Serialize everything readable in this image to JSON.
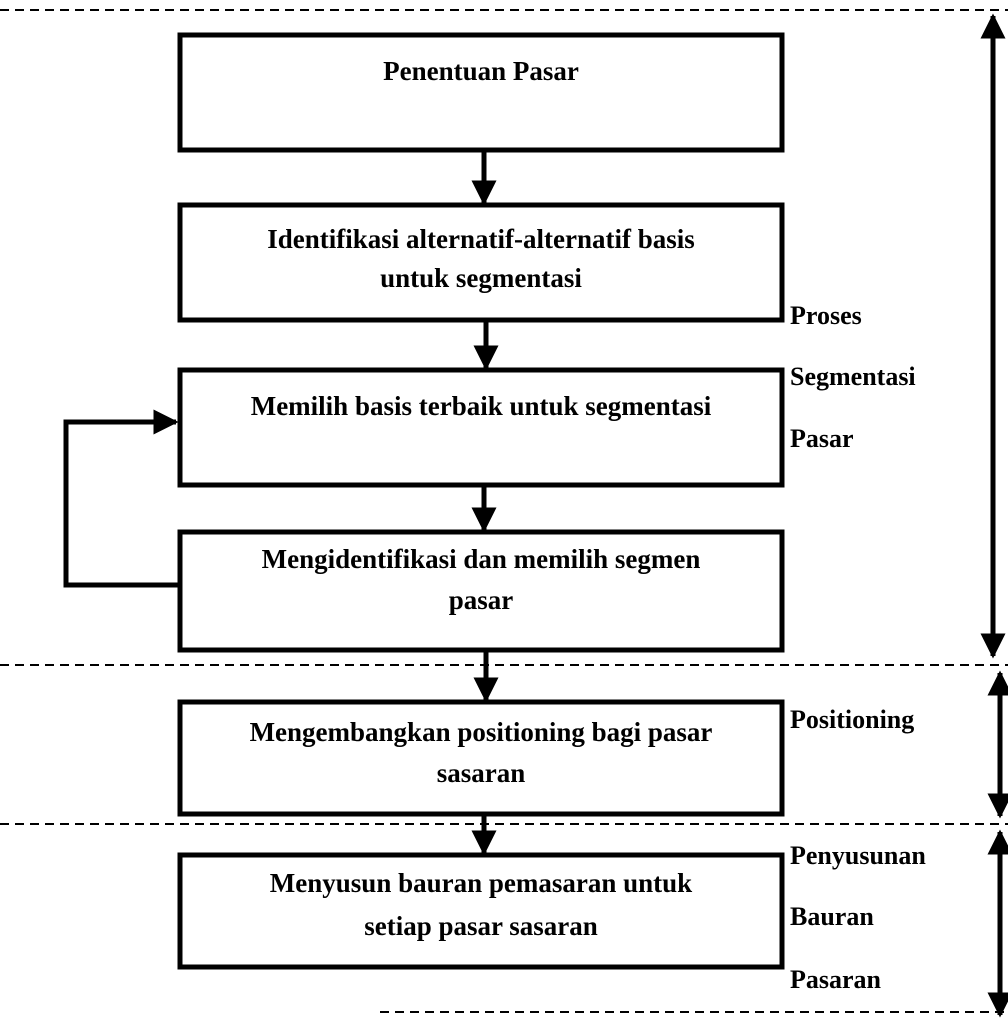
{
  "steps": [
    {
      "lines": [
        "Penentuan Pasar"
      ]
    },
    {
      "lines": [
        "Identifikasi alternatif-alternatif basis",
        "untuk segmentasi"
      ]
    },
    {
      "lines": [
        "Memilih basis terbaik untuk segmentasi"
      ]
    },
    {
      "lines": [
        "Mengidentifikasi dan memilih segmen",
        "pasar"
      ]
    },
    {
      "lines": [
        "Mengembangkan positioning bagi pasar",
        "sasaran"
      ]
    },
    {
      "lines": [
        "Menyusun bauran pemasaran untuk",
        "setiap pasar sasaran"
      ]
    }
  ],
  "phases": [
    {
      "lines": [
        "Proses",
        "Segmentasi",
        "Pasar"
      ]
    },
    {
      "lines": [
        "Positioning"
      ]
    },
    {
      "lines": [
        "Penyusunan",
        "Bauran",
        "Pasaran"
      ]
    }
  ]
}
